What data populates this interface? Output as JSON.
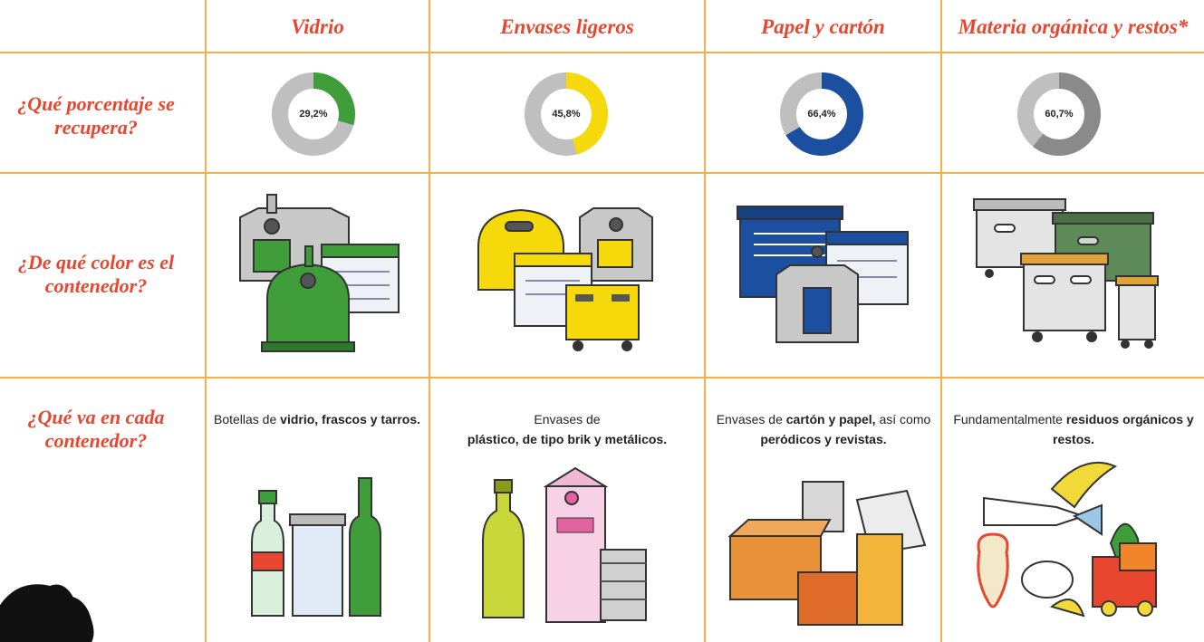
{
  "columns": [
    {
      "title": "Vidrio",
      "percent_label": "29,2%",
      "percent": 29.2,
      "color": "#3f9e3a",
      "desc_parts": [
        "Botellas de ",
        "vidrio, frascos y tarros."
      ]
    },
    {
      "title": "Envases ligeros",
      "percent_label": "45,8%",
      "percent": 45.8,
      "color": "#f5d90a",
      "desc_parts": [
        "Envases de ",
        "plástico, de tipo brik y metálicos."
      ]
    },
    {
      "title": "Papel y cartón",
      "percent_label": "66,4%",
      "percent": 66.4,
      "color": "#1d4fa0",
      "desc_parts": [
        "Envases de ",
        "cartón y papel,",
        " así como ",
        "perόdicos y revistas."
      ]
    },
    {
      "title": "Materia orgánica y restos*",
      "percent_label": "60,7%",
      "percent": 60.7,
      "color": "#8a8a8a",
      "desc_parts": [
        "Fundamentalmente ",
        "residuos orgánicos y restos."
      ]
    }
  ],
  "rows": {
    "percentage": "¿Qué porcentaje se recupera?",
    "color": "¿De qué color es el contenedor?",
    "contents": "¿Qué va en cada contenedor?"
  },
  "donut_track_color": "#bfbfbf"
}
